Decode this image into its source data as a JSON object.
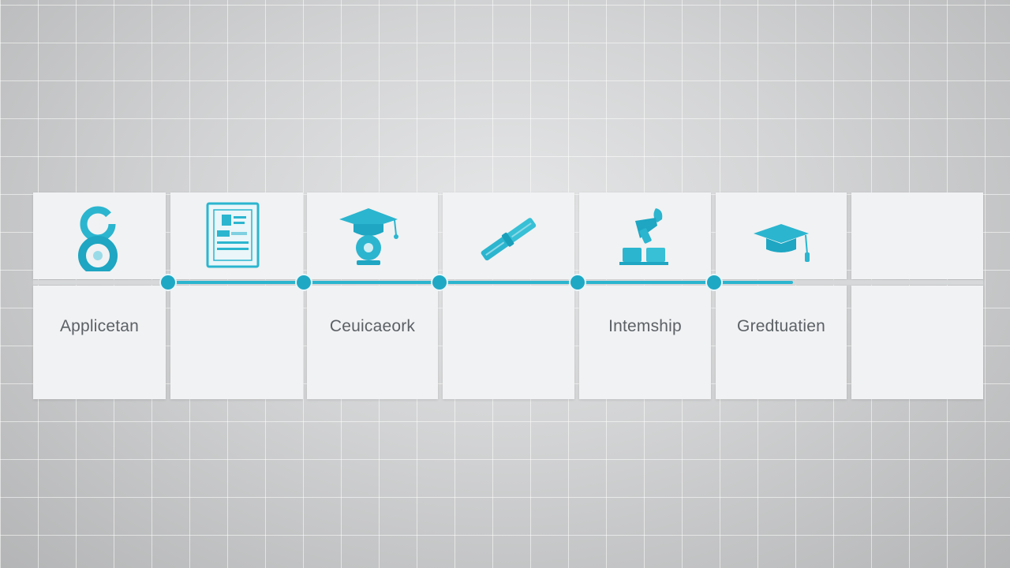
{
  "accent_color": "#2bb5cf",
  "stages": [
    {
      "label": "Applicetan",
      "icon": "circle-ring-icon"
    },
    {
      "label": "",
      "icon": "document-form-icon"
    },
    {
      "label": "Ceuicaeork",
      "icon": "graduation-cap-globe-icon"
    },
    {
      "label": "",
      "icon": "diploma-scroll-icon"
    },
    {
      "label": "Intemship",
      "icon": "desk-lamp-icon"
    },
    {
      "label": "Gredtuatien",
      "icon": "graduation-cap-icon"
    },
    {
      "label": "",
      "icon": ""
    }
  ],
  "progress": {
    "completed_nodes": 5,
    "total_columns": 7
  }
}
